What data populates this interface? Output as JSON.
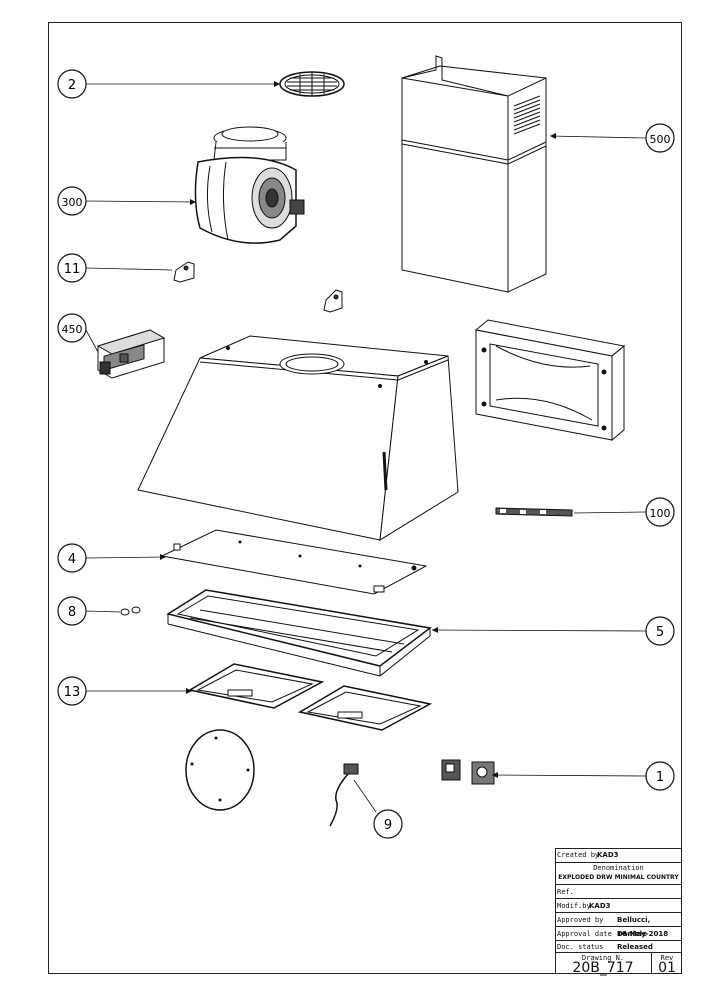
{
  "callouts": [
    {
      "id": "c2",
      "label": "2"
    },
    {
      "id": "c500",
      "label": "500"
    },
    {
      "id": "c300",
      "label": "300"
    },
    {
      "id": "c11",
      "label": "11"
    },
    {
      "id": "c450",
      "label": "450"
    },
    {
      "id": "c100",
      "label": "100"
    },
    {
      "id": "c4",
      "label": "4"
    },
    {
      "id": "c8",
      "label": "8"
    },
    {
      "id": "c5",
      "label": "5"
    },
    {
      "id": "c13",
      "label": "13"
    },
    {
      "id": "c1",
      "label": "1"
    },
    {
      "id": "c9",
      "label": "9"
    }
  ],
  "title_block": {
    "created_by_label": "Created by",
    "created_by_value": "KAD3",
    "denomination_label": "Denomination",
    "denomination_value": "EXPLODED DRW MINIMAL COUNTRY",
    "ref_label": "Ref.",
    "modify_label": "Modif.by",
    "modify_value": "KAD3",
    "approved_label": "Approved by",
    "approved_value": "Bellucci, Daniele",
    "approval_date_label": "Approval date",
    "approval_date_value": "16-May-2018",
    "doc_status_label": "Doc. status",
    "doc_status_value": "Released",
    "drawing_label": "Drawing N.",
    "drawing_value": "20B_717",
    "rev_label": "Rev",
    "rev_value": "01"
  }
}
